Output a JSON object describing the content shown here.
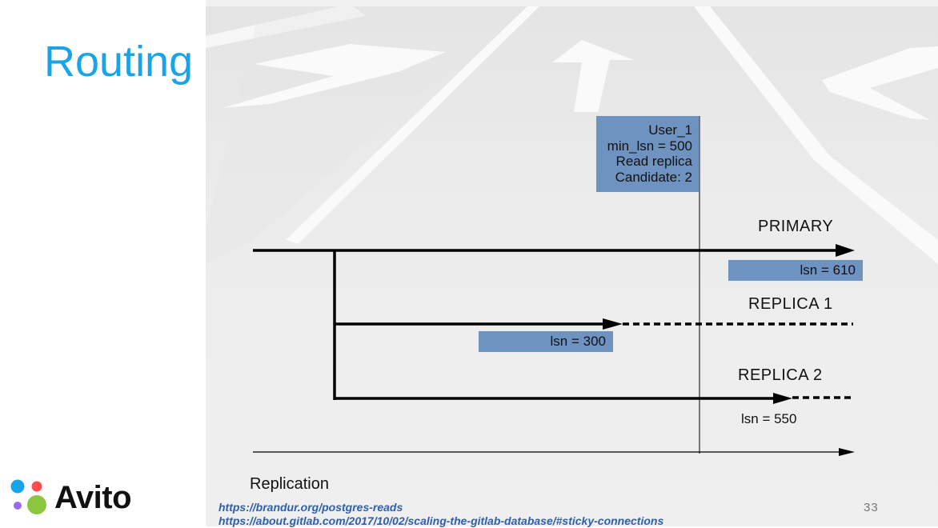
{
  "slide": {
    "title": "Routing",
    "page_number": "33"
  },
  "diagram": {
    "user_box": {
      "line1": "User_1",
      "line2": "min_lsn = 500",
      "line3": "Read replica",
      "line4": "Candidate: 2"
    },
    "primary": {
      "label": "PRIMARY",
      "lsn": "lsn = 610"
    },
    "replica1": {
      "label": "REPLICA 1",
      "lsn": "lsn = 300"
    },
    "replica2": {
      "label": "REPLICA 2",
      "lsn": "lsn = 550"
    },
    "axis_label": "Replication",
    "colors": {
      "box": "#6f93c0",
      "title": "#1aa3e8",
      "link": "#2f5fa8"
    }
  },
  "footer": {
    "links": [
      "https://brandur.org/postgres-reads",
      "https://about.gitlab.com/2017/10/02/scaling-the-gitlab-database/#sticky-connections"
    ]
  },
  "logo": {
    "text": "Avito",
    "dot_colors": [
      "#1aa3e8",
      "#ff4d4d",
      "#9a6bf2",
      "#8cc63f"
    ]
  }
}
